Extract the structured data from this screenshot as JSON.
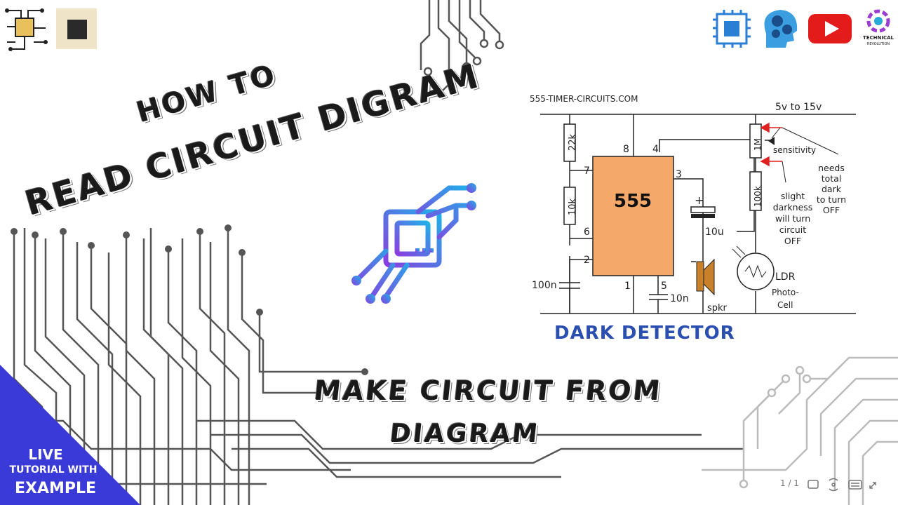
{
  "title": {
    "line1": "HOW TO",
    "line2": "READ CIRCUIT DIGRAM"
  },
  "subtitle": {
    "line1": "MAKE CIRCUIT FROM",
    "line2": "DIAGRAM"
  },
  "banner": {
    "line1": "LIVE",
    "line2": "TUTORIAL WITH",
    "line3": "EXAMPLE",
    "color": "#3a3ad8"
  },
  "diagram": {
    "source": "555-TIMER-CIRCUITS.COM",
    "supply": "5v to 15v",
    "chip": "555",
    "pins": {
      "p8": "8",
      "p4": "4",
      "p7": "7",
      "p3": "3",
      "p6": "6",
      "p2": "2",
      "p1": "1",
      "p5": "5"
    },
    "r1": "22k",
    "r2": "10k",
    "r3": "1M",
    "r4": "100k",
    "c1": "100n",
    "c2": "10u",
    "c3": "10n",
    "speaker": "spkr",
    "ldr": "LDR",
    "photo1": "Photo-",
    "photo2": "Cell",
    "sensitivity": "sensitivity",
    "note_a": [
      "needs",
      "total",
      "dark",
      "to turn",
      "OFF"
    ],
    "note_b": [
      "slight",
      "darkness",
      "will turn",
      "circuit",
      "OFF"
    ],
    "plus": "+",
    "heading": "DARK  DETECTOR",
    "chip_color": "#f4a96a",
    "heading_color": "#2a4fb0",
    "arrow_color": "#e02020"
  },
  "controls": {
    "page": "1 / 1"
  },
  "icons": [
    "cpu-board-icon",
    "chip-photo-icon",
    "circuit-chip-icon",
    "processor-icon",
    "gear-head-icon",
    "youtube-icon",
    "tech-revolution-logo"
  ],
  "logo_text": {
    "line1": "TECHNICAL",
    "line2": "REVOLUTION"
  }
}
